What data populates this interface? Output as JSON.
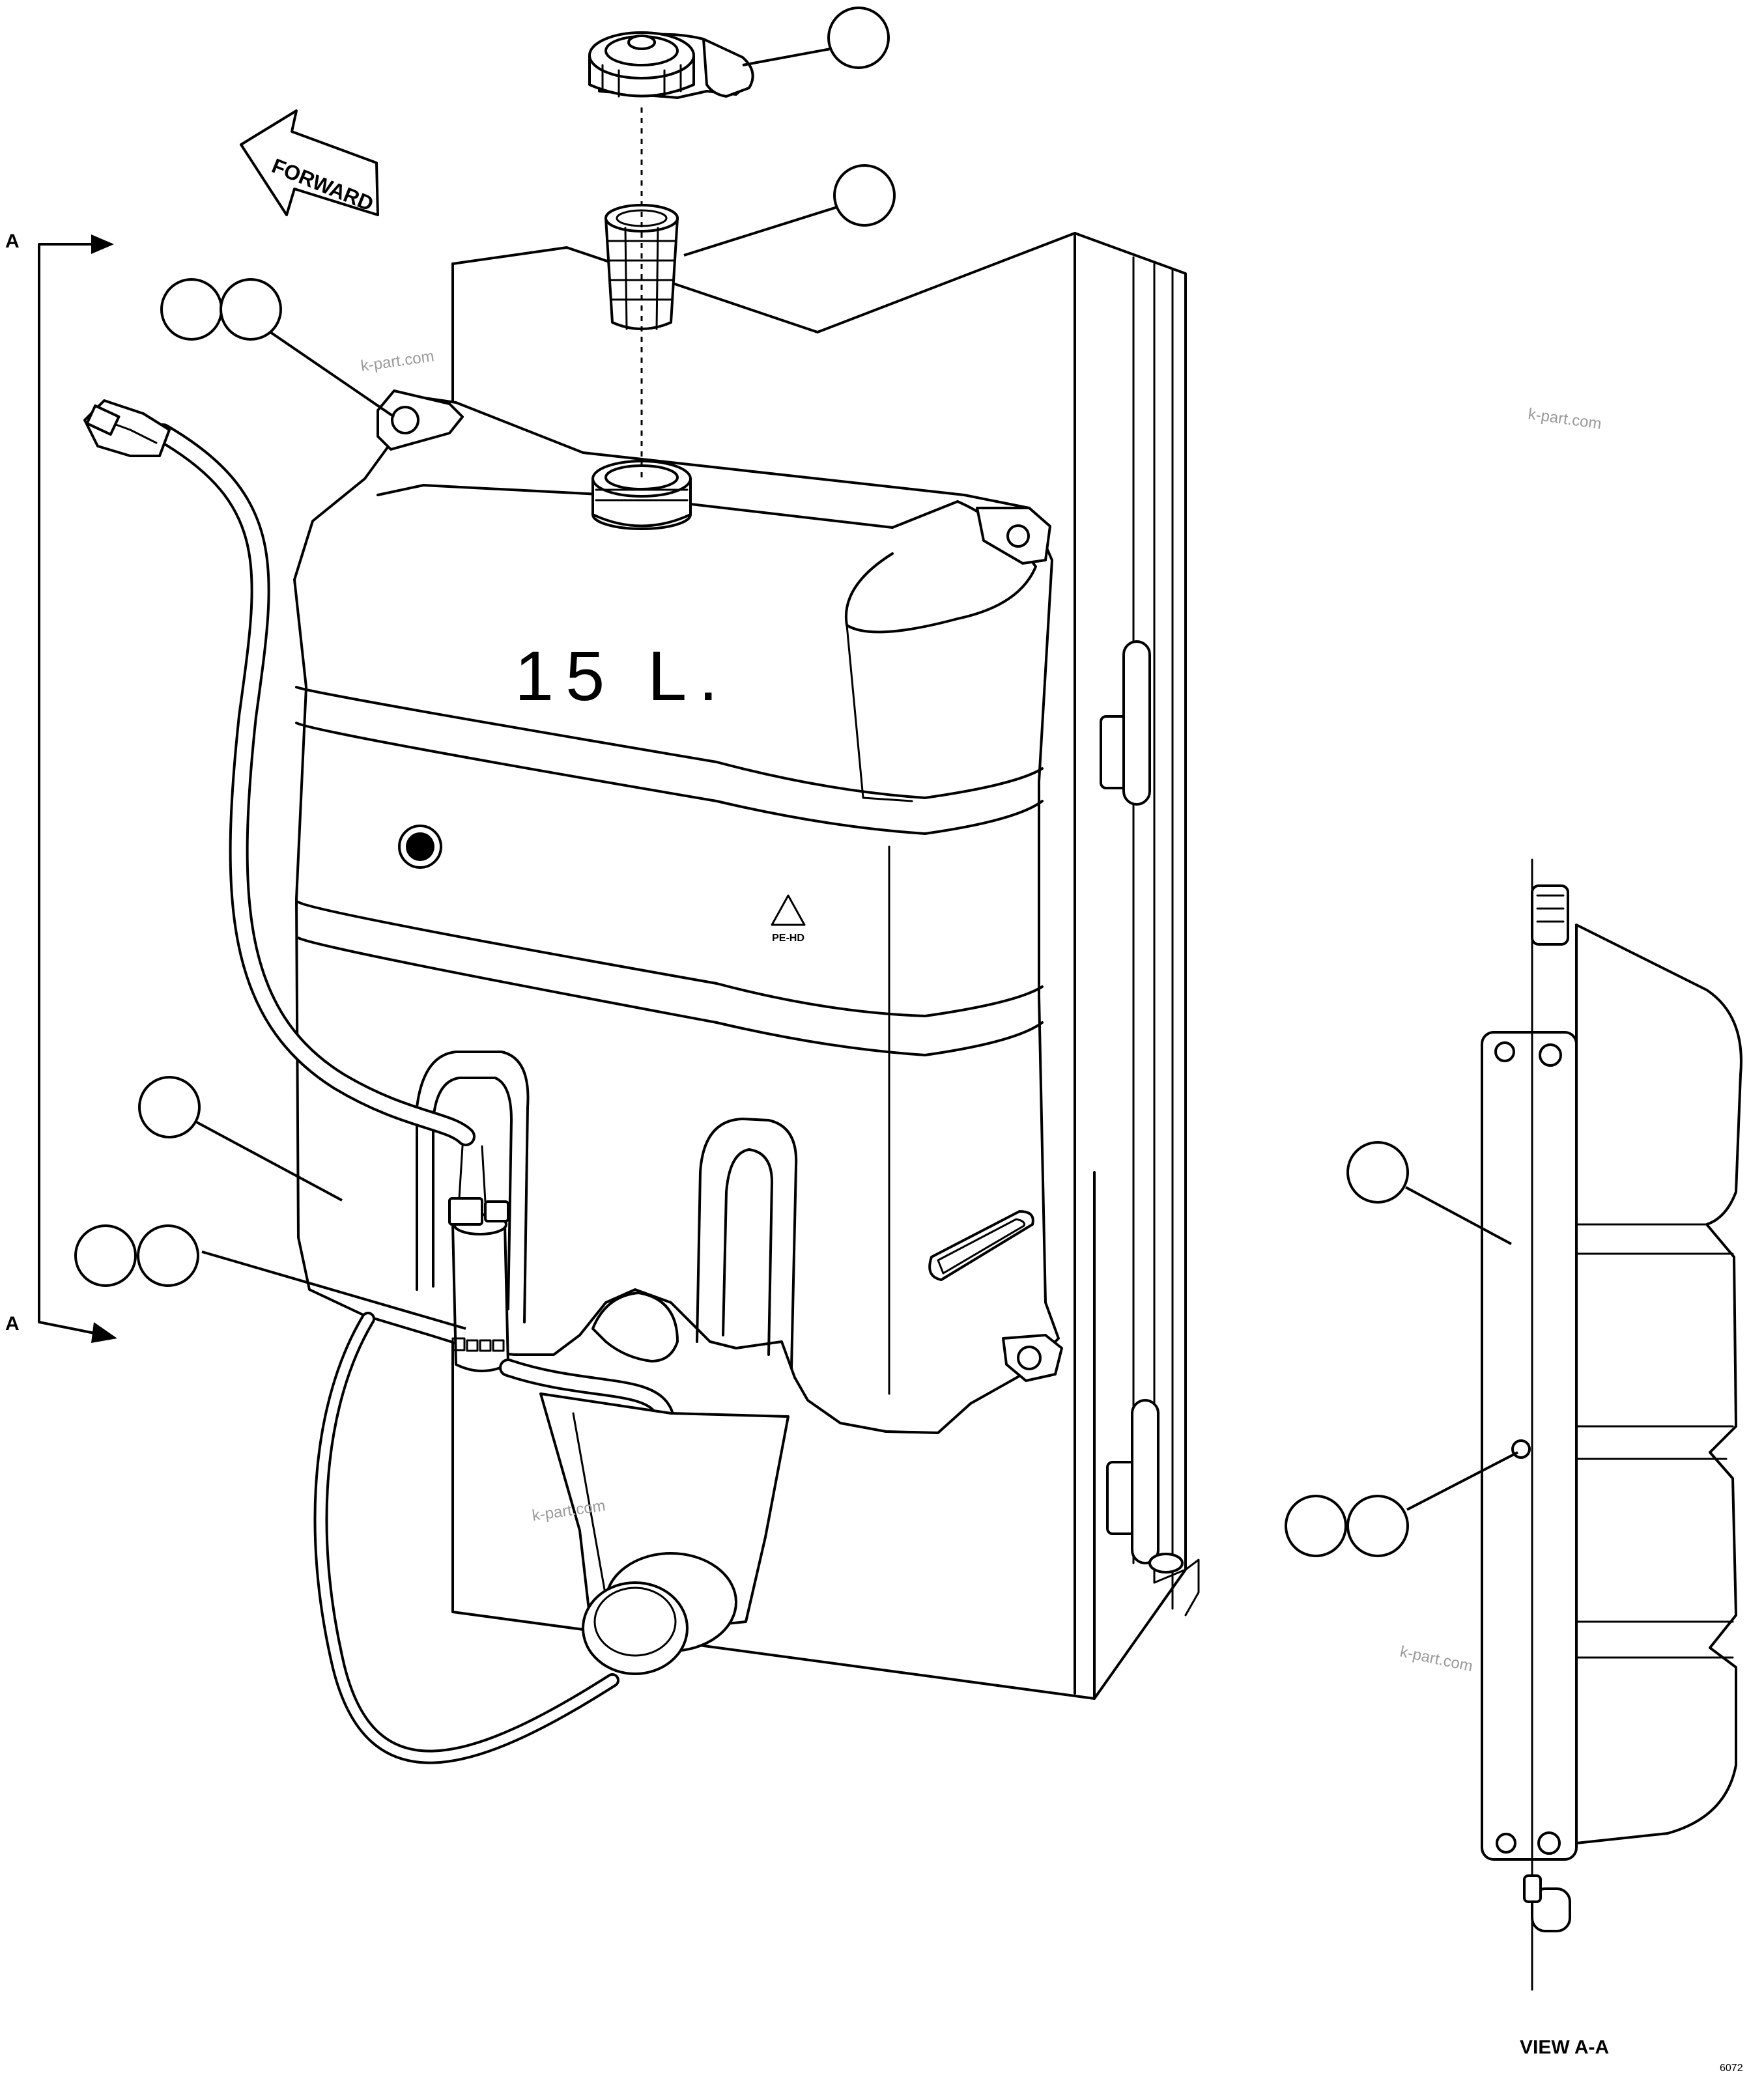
{
  "labels": {
    "forward": "FORWARD",
    "capacity": "15 L.",
    "section_top": "A",
    "section_bottom": "A",
    "view_title": "VIEW A-A",
    "drawing_number": "6072",
    "recycle_code": "PE-HD"
  },
  "watermarks": [
    "k-part.com",
    "k-part.com",
    "k-part.com",
    "k-part.com"
  ],
  "callouts": [
    "",
    "",
    "",
    "",
    "",
    "",
    "",
    "",
    "",
    "",
    "",
    ""
  ]
}
